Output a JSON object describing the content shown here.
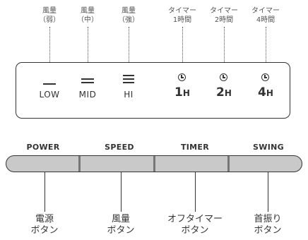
{
  "top_labels": [
    {
      "line1": "風量",
      "line2": "（弱）"
    },
    {
      "line1": "風量",
      "line2": "（中）"
    },
    {
      "line1": "風量",
      "line2": "（強）"
    },
    {
      "line1": "タイマー",
      "line2": "1時間"
    },
    {
      "line1": "タイマー",
      "line2": "2時間"
    },
    {
      "line1": "タイマー",
      "line2": "4時間"
    }
  ],
  "indicators": [
    {
      "icon": "single-bar-icon",
      "label": "LOW"
    },
    {
      "icon": "double-bar-icon",
      "label": "MID"
    },
    {
      "icon": "triple-bar-icon",
      "label": "HI"
    },
    {
      "icon": "clock-icon",
      "num": "1",
      "unit": "H"
    },
    {
      "icon": "clock-icon",
      "num": "2",
      "unit": "H"
    },
    {
      "icon": "clock-icon",
      "num": "4",
      "unit": "H"
    }
  ],
  "buttons": [
    {
      "label": "POWER"
    },
    {
      "label": "SPEED"
    },
    {
      "label": "TIMER"
    },
    {
      "label": "SWING"
    }
  ],
  "bottom_labels": [
    {
      "line1": "電源",
      "line2": "ボタン"
    },
    {
      "line1": "風量",
      "line2": "ボタン"
    },
    {
      "line1": "オフタイマー",
      "line2": "ボタン"
    },
    {
      "line1": "首振り",
      "line2": "ボタン"
    }
  ],
  "colors": {
    "line": "#333333",
    "button_fill": "#c9c9c9",
    "separator": "#777777"
  }
}
